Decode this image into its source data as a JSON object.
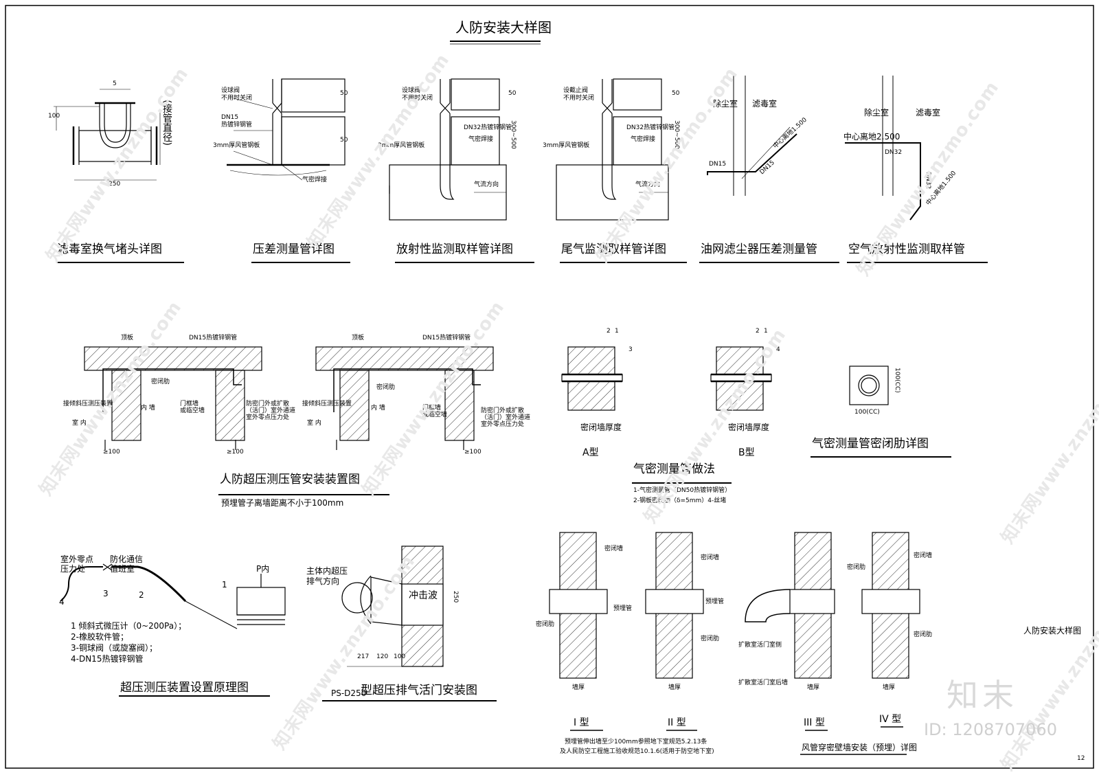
{
  "sheet": {
    "title": "人防安装大样图",
    "side_title": "人防安装大样图",
    "page_no": "12"
  },
  "details": {
    "d1": {
      "title": "滤毒室换气堵头详图",
      "labels": {
        "diam": "(接管直径)",
        "w": "250",
        "h": "100",
        "top": "5"
      }
    },
    "d2": {
      "title": "压差测量管详图",
      "labels": {
        "valve": "设球阀",
        "valve2": "不用时关闭",
        "pipe": "DN15",
        "pipe2": "热镀锌钢管",
        "plate": "3mm厚风管钢板",
        "weld": "气密焊接",
        "d50a": "50",
        "d50b": "50"
      }
    },
    "d3": {
      "title": "放射性监测取样管详图",
      "labels": {
        "valve": "设球阀",
        "valve2": "不用时关闭",
        "pipe": "DN32热镀锌钢管",
        "plate": "3mm厚风管钢板",
        "weld": "气密焊接",
        "flow": "气流方向",
        "d": "50",
        "d2": "300~500"
      }
    },
    "d4": {
      "title": "尾气监测取样管详图",
      "labels": {
        "valve": "设截止阀",
        "valve2": "不用时关闭",
        "pipe": "DN32热镀锌钢管",
        "plate": "3mm厚风管钢板",
        "weld": "气密焊接",
        "flow": "气流方向",
        "d": "50",
        "d2": "300~500"
      }
    },
    "d5": {
      "title": "油网滤尘器压差测量管",
      "labels": {
        "room1": "除尘室",
        "room2": "滤毒室",
        "center": "中心离地1.500",
        "dn1": "DN15",
        "dn2": "DN15"
      }
    },
    "d6": {
      "title": "空气放射性监测取样管",
      "labels": {
        "room1": "除尘室",
        "room2": "滤毒室",
        "center": "中心离地2.500",
        "center2": "中心离地1.500",
        "dn1": "DN32",
        "dn2": "DN32"
      }
    },
    "d7": {
      "title": "人防超压测压管安装装置图",
      "note": "预埋管子离墙距离不小于100mm",
      "labels": {
        "slab": "顶板",
        "pipe": "DN15热镀锌钢管",
        "rib": "密闭肋",
        "inner": "内 墙",
        "gauge": "接倾斜压测压装置",
        "room": "室 内",
        "door": "门框墙",
        "door2": "或临空墙",
        "note1": "防密门外或扩散",
        "note2": "（活门）室外通道",
        "note3": "室外零点压力处",
        "d1": "≥100",
        "d2": "≥100",
        "d3": "≥100"
      }
    },
    "d8": {
      "title": "气密测量管做法",
      "legend1": "1-气密测量管（DN50热镀锌钢管）",
      "legend2": "2-钢板密闭肋（δ=5mm）4-丝堵",
      "labels": {
        "a": "A型",
        "b": "B型",
        "wall": "密闭墙厚度",
        "n1": "2",
        "n2": "1",
        "n3": "3",
        "n4": "4"
      }
    },
    "d9": {
      "title": "气密测量管密闭肋详图",
      "labels": {
        "s1": "100(CC)",
        "s2": "100(CC)"
      }
    },
    "d10": {
      "title": "超压测压装置设置原理图",
      "labels": {
        "out": "室外零点",
        "out2": "压力处",
        "comm": "防化通信",
        "comm2": "值班室",
        "pin": "P内",
        "n1": "1",
        "n2": "2",
        "n3": "3",
        "n4": "4"
      },
      "legend": [
        "1   倾斜式微压计（0~200Pa）；",
        "2-橡胶软件管；",
        "3-铜球阀（或旋塞阀）；",
        "4-DN15热镀锌钢管"
      ]
    },
    "d11": {
      "title": "型超压排气活门安装图",
      "code": "PS-D250",
      "labels": {
        "dir1": "主体内超压",
        "dir2": "排气方向",
        "wave": "冲击波",
        "d": "250",
        "b1": "217",
        "b2": "120",
        "b3": "100"
      }
    },
    "d12": {
      "types": [
        "I 型",
        "II 型",
        "III 型",
        "IV 型"
      ],
      "labels": {
        "seal": "密闭墙",
        "rib": "密闭肋",
        "pre": "预埋管",
        "thick": "墙厚",
        "diff1": "扩散室活门室侧",
        "diff2": "扩散室活门室后墙"
      },
      "note1": "预埋管伸出墙至少100mm参照地下室规范5.2.13条",
      "note2": "及人民防空工程施工验收规范10.1.6(适用于防空地下室)",
      "title": "风管穿密壁墙安装（预埋）详图"
    }
  },
  "watermark": {
    "site": "知末网www.znzmo.com",
    "logo": "知末",
    "id": "ID: 1208707060"
  }
}
